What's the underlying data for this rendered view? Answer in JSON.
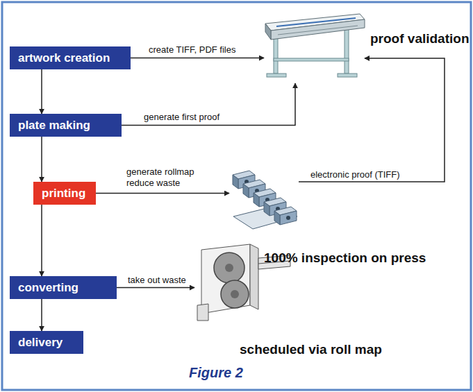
{
  "diagram": {
    "caption": "Figure 2",
    "nodes": [
      {
        "text": [
          "artwork creation"
        ]
      },
      {
        "text": [
          "plate making"
        ]
      },
      {
        "text": [
          "printing"
        ]
      },
      {
        "text": [
          "converting"
        ]
      },
      {
        "text": [
          "delivery"
        ]
      },
      {
        "text": [
          "proof validation"
        ]
      },
      {
        "text": [
          "100% inspection on press"
        ]
      },
      {
        "text": [
          "scheduled via roll map"
        ]
      }
    ],
    "edges": [
      {
        "from": 0,
        "to": 1,
        "arrow": "to"
      },
      {
        "from": 1,
        "to": 2,
        "arrow": "to"
      },
      {
        "from": 2,
        "to": 3,
        "arrow": "to"
      },
      {
        "from": 3,
        "to": 4,
        "arrow": "to"
      },
      {
        "from": 0,
        "to": 5,
        "label": "create TIFF, PDF files",
        "arrow": "to"
      },
      {
        "from": 1,
        "to": 5,
        "label": "generate first proof",
        "arrow": "to"
      },
      {
        "from": 2,
        "to": 6,
        "label": "generate rollmap reduce waste",
        "arrow": "to"
      },
      {
        "from": 6,
        "to": 5,
        "label": "electronic proof (TIFF)",
        "arrow": "to"
      },
      {
        "from": 3,
        "to": 7,
        "label": "take out waste",
        "arrow": "to"
      }
    ]
  }
}
